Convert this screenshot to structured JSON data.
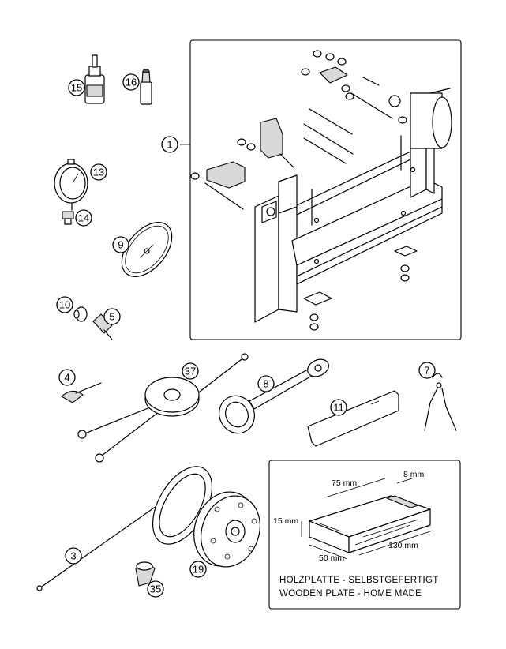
{
  "callouts": {
    "c1": "1",
    "c3": "3",
    "c4": "4",
    "c5": "5",
    "c7": "7",
    "c8": "8",
    "c9": "9",
    "c10": "10",
    "c11": "11",
    "c13": "13",
    "c14": "14",
    "c15": "15",
    "c16": "16",
    "c19": "19",
    "c35": "35",
    "c37": "37"
  },
  "wooden_plate": {
    "dim_width": "75 mm",
    "dim_slot": "8 mm",
    "dim_height": "15 mm",
    "dim_depth": "50 mm",
    "dim_length": "130 mm",
    "note_de": "HOLZPLATTE - SELBSTGEFERTIGT",
    "note_en": "WOODEN PLATE - HOME MADE"
  }
}
